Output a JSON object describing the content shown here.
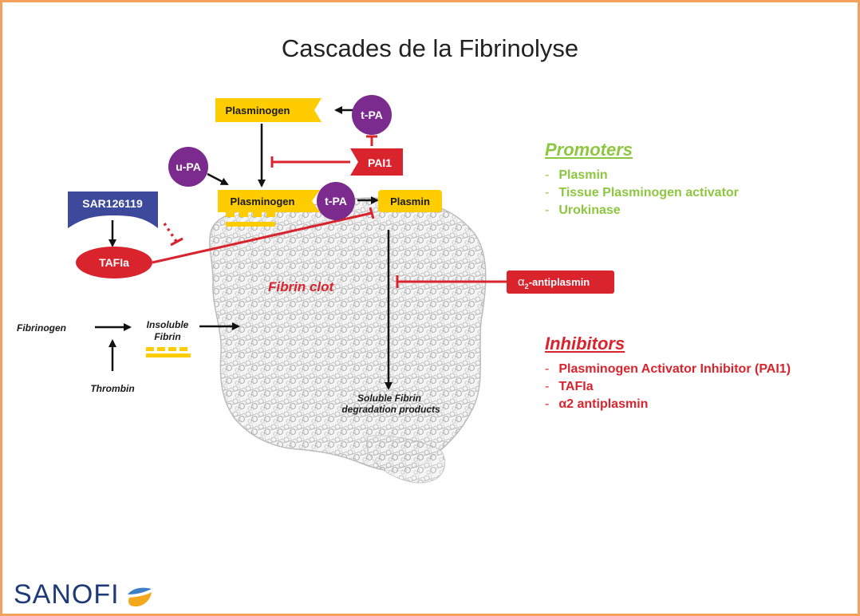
{
  "title": "Cascades de la Fibrinolyse",
  "nodes": {
    "plasminogen_top": "Plasminogen",
    "tpa_top": "t-PA",
    "pai1": "PAI1",
    "upa": "u-PA",
    "plasminogen_mid": "Plasminogen",
    "tpa_mid": "t-PA",
    "plasmin": "Plasmin",
    "sar": "SAR126119",
    "tafia": "TAFIa",
    "fibrin_clot": "Fibrin clot",
    "antiplasmin_alpha": "α",
    "antiplasmin_sub": "2",
    "antiplasmin_text": "-antiplasmin",
    "fibrinogen": "Fibrinogen",
    "insoluble_1": "Insoluble",
    "insoluble_2": "Fibrin",
    "thrombin": "Thrombin",
    "soluble_1": "Soluble Fibrin",
    "soluble_2": "degradation products"
  },
  "promoters": {
    "heading": "Promoters",
    "dash": "-",
    "items": [
      "Plasmin",
      "Tissue Plasminogen activator",
      "Urokinase"
    ]
  },
  "inhibitors": {
    "heading": "Inhibitors",
    "dash": "-",
    "items": [
      "Plasminogen Activator Inhibitor (PAI1)",
      "TAFIa",
      "α2 antiplasmin"
    ]
  },
  "logo": {
    "text": "SANOFI"
  },
  "colors": {
    "yellow": "#ffcc00",
    "purple": "#7b2b8e",
    "red": "#d9232d",
    "navy": "#3d4a9c",
    "promoter_green": "#8dc63f",
    "border_orange": "#f2a25c",
    "clot_gray": "#bdbdbd"
  }
}
